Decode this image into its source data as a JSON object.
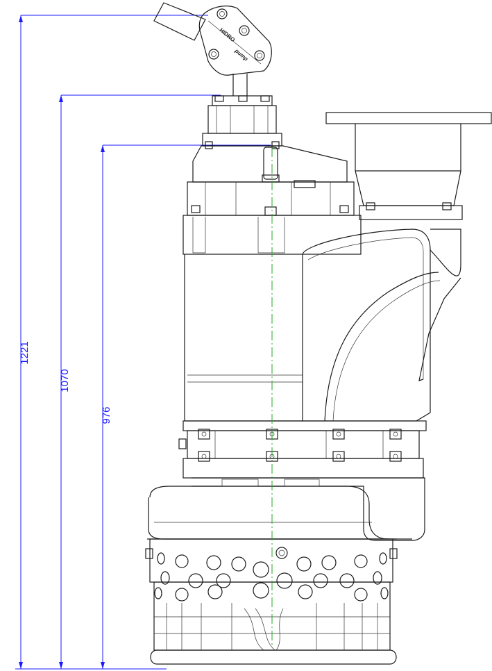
{
  "dimensions": {
    "total_height": "1221",
    "height_to_cable_entry": "1070",
    "height_to_top_cover": "976"
  },
  "logo": {
    "text_primary": "HIDRO",
    "text_secondary": "pump"
  },
  "colors": {
    "dimension_lines": "#1a1aff",
    "center_line": "#22aa22",
    "outline": "#1a1a1a"
  }
}
